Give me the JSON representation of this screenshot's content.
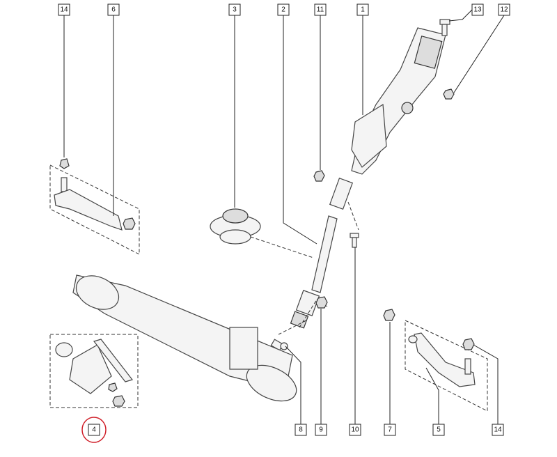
{
  "labels": {
    "l14a": "14",
    "l6": "6",
    "l3": "3",
    "l2": "2",
    "l11": "11",
    "l1": "1",
    "l13": "13",
    "l12": "12",
    "l4": "4",
    "l8": "8",
    "l9": "9",
    "l10": "10",
    "l7": "7",
    "l5": "5",
    "l14b": "14"
  },
  "highlight": {
    "label": "4",
    "color": "#d0202a"
  }
}
